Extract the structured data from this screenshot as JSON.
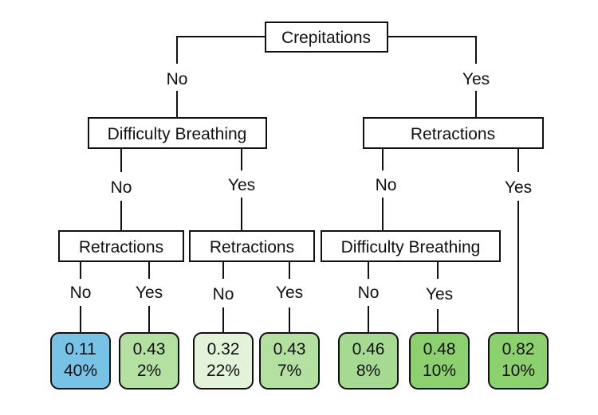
{
  "tree": {
    "root": {
      "label": "Crepitations"
    },
    "edges": {
      "root_left": "No",
      "root_right": "Yes",
      "l_left": "No",
      "l_right": "Yes",
      "r_left": "No",
      "r_right": "Yes",
      "ll_left": "No",
      "ll_right": "Yes",
      "lr_left": "No",
      "lr_right": "Yes",
      "rl_left": "No",
      "rl_right": "Yes"
    },
    "nodes": {
      "l": {
        "label": "Difficulty Breathing"
      },
      "r": {
        "label": "Retractions"
      },
      "ll": {
        "label": "Retractions"
      },
      "lr": {
        "label": "Retractions"
      },
      "rl": {
        "label": "Difficulty Breathing"
      }
    },
    "leaves": [
      {
        "value": "0.11",
        "pct": "40%",
        "color": "#78c2e6"
      },
      {
        "value": "0.43",
        "pct": "2%",
        "color": "#b4e0a2"
      },
      {
        "value": "0.32",
        "pct": "22%",
        "color": "#e2f3da"
      },
      {
        "value": "0.43",
        "pct": "7%",
        "color": "#b4e0a2"
      },
      {
        "value": "0.46",
        "pct": "8%",
        "color": "#a6da93"
      },
      {
        "value": "0.48",
        "pct": "10%",
        "color": "#8dd06f"
      },
      {
        "value": "0.82",
        "pct": "10%",
        "color": "#8dd06f"
      }
    ]
  }
}
